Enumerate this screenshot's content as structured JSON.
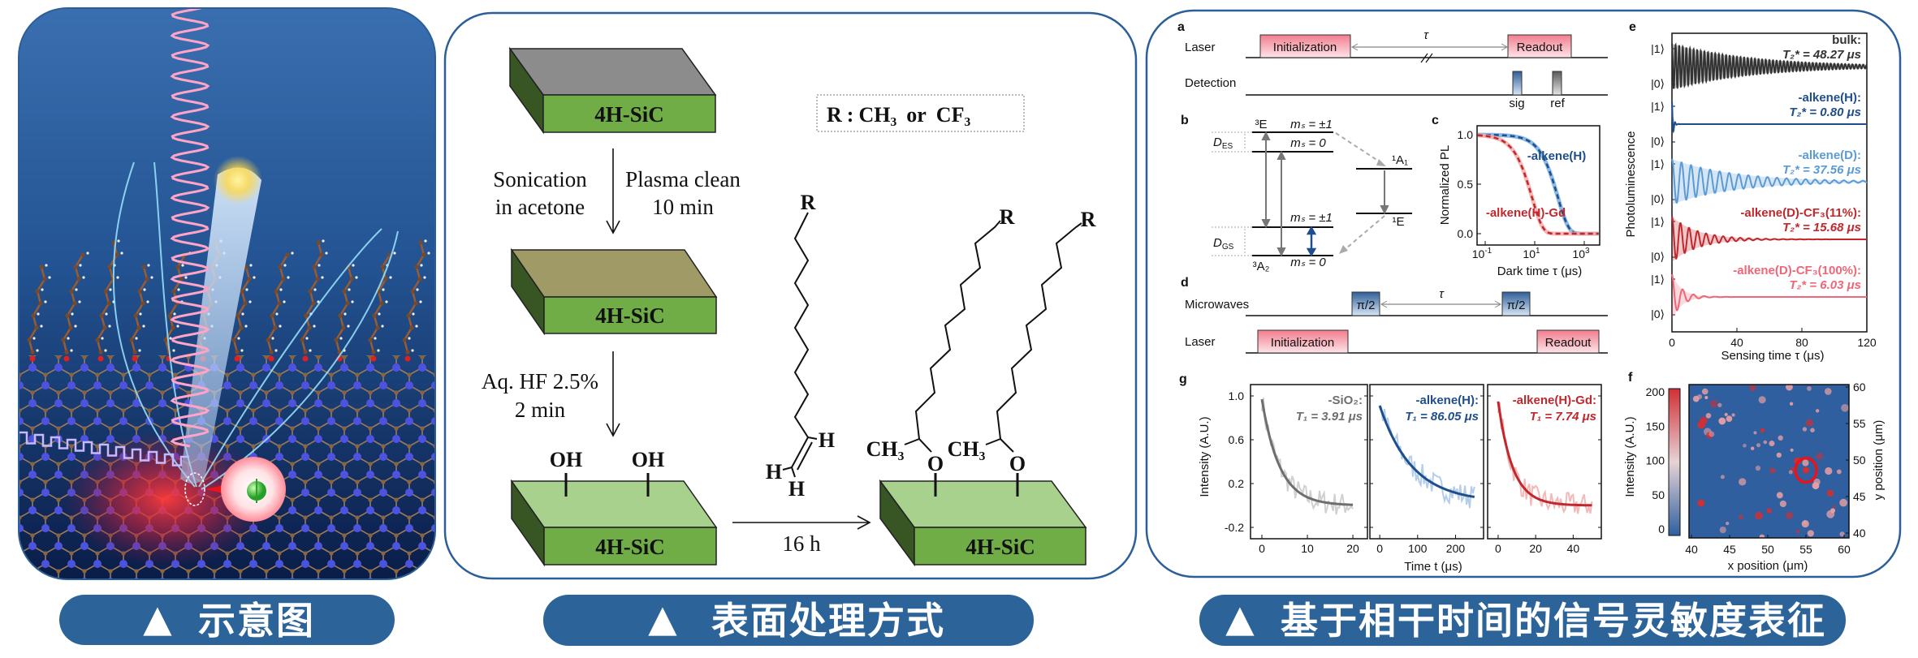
{
  "captions": {
    "marker": "▲",
    "schematic": "示意图",
    "surface_treatment": "表面处理方式",
    "coherence_characterization": "基于相干时间的信号灵敏度表征",
    "bar_color": "#2c6499"
  },
  "surface_treatment": {
    "substrate": "4H-SiC",
    "step1": {
      "left": [
        "Sonication",
        "in acetone"
      ],
      "right": [
        "Plasma clean",
        "10 min"
      ]
    },
    "step2": [
      "Aq. HF 2.5%",
      "2 min"
    ],
    "hydroxyl": "OH",
    "r_definition": {
      "r": "R",
      "sep": ":",
      "option1": "CH₃",
      "joiner": "or",
      "option2": "CF₃"
    },
    "reaction_time": "16 h",
    "alkene": {
      "r": "R",
      "h": "H"
    },
    "product": {
      "r": "R",
      "methyl": "CH₃",
      "oxygen": "O"
    },
    "colors": {
      "green": "#70ad47",
      "dark_green": "#375623",
      "light_green": "#a9d18e",
      "gray": "#8c8c8c",
      "olive": "#a09a66"
    }
  },
  "coherence": {
    "a": {
      "label": "a",
      "laser": "Laser",
      "detection": "Detection",
      "init": "Initialization",
      "readout": "Readout",
      "tau": "τ",
      "sig": "sig",
      "ref": "ref"
    },
    "b": {
      "label": "b",
      "excited_triplet": "³E",
      "ground_triplet": "³A₂",
      "singlet_a1": "¹A₁",
      "singlet_e": "¹E",
      "ms_pm1": "mₛ = ±1",
      "ms_0": "mₛ = 0",
      "d_es": {
        "base": "D",
        "sub": "ES"
      },
      "d_gs": {
        "base": "D",
        "sub": "GS"
      }
    },
    "c": {
      "label": "c"
    },
    "d": {
      "label": "d",
      "microwaves": "Microwaves",
      "laser": "Laser",
      "pulse": "π/2",
      "tau": "τ",
      "init": "Initialization",
      "readout": "Readout"
    },
    "e": {
      "label": "e"
    },
    "f": {
      "label": "f"
    },
    "g": {
      "label": "g"
    }
  },
  "chart_data": [
    {
      "panel": "c",
      "type": "line",
      "xlabel": "Dark time τ (μs)",
      "ylabel": "Normalized PL",
      "x_scale": "log",
      "xlim": [
        0.047,
        4000
      ],
      "ylim": [
        -0.11,
        1.09
      ],
      "yticks": [
        {
          "value": 0.0,
          "label": "0.0"
        },
        {
          "value": 0.5,
          "label": "0.5"
        },
        {
          "value": 1.0,
          "label": "1.0"
        }
      ],
      "xticks": [
        {
          "value": 0.1,
          "base": "10",
          "exp": "-1"
        },
        {
          "value": 10,
          "base": "10",
          "exp": "1"
        },
        {
          "value": 1000,
          "base": "10",
          "exp": "3"
        }
      ],
      "series": [
        {
          "name": "-alkene(H)",
          "T1": 86.05,
          "color": "#1f4e8c",
          "fit_color": "#6fa8dc"
        },
        {
          "name": "-alkene(H)-Gd",
          "T1": 7.74,
          "color": "#c0282d",
          "fit_color": "#f4a6a6"
        }
      ]
    },
    {
      "panel": "e",
      "type": "line",
      "xlabel": "Sensing time τ (μs)",
      "ylabel": "Photoluminescence",
      "xlim": [
        0,
        120
      ],
      "xticks": [
        0,
        40,
        80,
        120
      ],
      "state_labels": {
        "one": "|1⟩",
        "zero": "|0⟩"
      },
      "series": [
        {
          "name": "bulk:",
          "t2_text": "T₂* = 48.27 μs",
          "t2_star": 48.27,
          "color": "#333333"
        },
        {
          "name": "-alkene(H):",
          "t2_text": "T₂* = 0.80 μs",
          "t2_star": 0.8,
          "color": "#1f4e8c"
        },
        {
          "name": "-alkene(D):",
          "t2_text": "T₂* = 37.56 μs",
          "t2_star": 37.56,
          "color": "#5b9bd5"
        },
        {
          "name": "-alkene(D)-CF₃(11%):",
          "t2_text": "T₂* = 15.68 μs",
          "t2_star": 15.68,
          "color": "#c0282d"
        },
        {
          "name": "-alkene(D)-CF₃(100%):",
          "t2_text": "T₂* = 6.03 μs",
          "t2_star": 6.03,
          "color": "#ef6677"
        }
      ]
    },
    {
      "panel": "g",
      "type": "line",
      "ylabel": "Intensity (A.U.)",
      "xlabel": "Time t (μs)",
      "ylim": [
        -0.3,
        1.08
      ],
      "yticks": [
        {
          "value": 1.0,
          "label": "1.0"
        },
        {
          "value": 0.6,
          "label": "0.6"
        },
        {
          "value": 0.2,
          "label": "0.2"
        },
        {
          "value": -0.2,
          "label": "-0.2"
        }
      ],
      "subplots": [
        {
          "name": "-SiO₂:",
          "t1_text": "T₁ = 3.91 μs",
          "T1": 3.91,
          "xlim": [
            -2.5,
            23.2
          ],
          "xticks": [
            0,
            10,
            20
          ],
          "t_max": 20,
          "amplitude": 0.97,
          "offset": 0.0,
          "color": "#6e6e6e",
          "data_color": "#d0d0d0"
        },
        {
          "name": "-alkene(H):",
          "t1_text": "T₁ = 86.05 μs",
          "T1": 86.05,
          "xlim": [
            -26,
            274
          ],
          "xticks": [
            0,
            100,
            200
          ],
          "t_max": 250,
          "amplitude": 0.88,
          "offset": 0.03,
          "color": "#1f4e8c",
          "data_color": "#b4cde8"
        },
        {
          "name": "-alkene(H)-Gd:",
          "t1_text": "T₁ = 7.74 μs",
          "T1": 7.74,
          "xlim": [
            -5.6,
            55
          ],
          "xticks": [
            0,
            20,
            40
          ],
          "t_max": 50,
          "amplitude": 0.95,
          "offset": 0.0,
          "color": "#c0282d",
          "data_color": "#f3b8b8"
        }
      ]
    },
    {
      "panel": "f",
      "type": "heatmap",
      "xlabel": "x position (μm)",
      "ylabel": "y position (μm)",
      "colorbar_label": "Intensity (A.U.)",
      "xlim": [
        40,
        60
      ],
      "ylim": [
        40,
        60
      ],
      "xticks": [
        40,
        45,
        50,
        55,
        60
      ],
      "yticks": [
        40,
        45,
        50,
        55,
        60
      ],
      "colorbar_ticks": [
        0,
        50,
        100,
        150,
        200
      ],
      "colorbar_range": [
        0,
        200
      ],
      "colormap": [
        "#2f5f9e",
        "#e6d3d6",
        "#d02f35"
      ],
      "highlight": {
        "x": 55,
        "y": 48.6,
        "color": "#e8141b"
      }
    }
  ]
}
